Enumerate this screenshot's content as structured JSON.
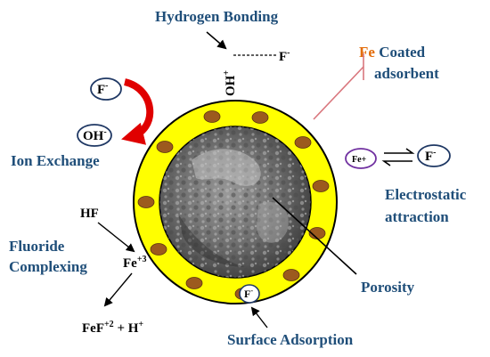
{
  "labels": {
    "hydrogen_bonding": "Hydrogen Bonding",
    "fe_word": "Fe",
    "coated": " Coated",
    "adsorbent": "adsorbent",
    "ion_exchange": "Ion Exchange",
    "electrostatic": "Electrostatic",
    "attraction": "attraction",
    "fluoride": "Fluoride",
    "complexing": "Complexing",
    "porosity": "Porosity",
    "surface_adsorption": "Surface Adsorption"
  },
  "species": {
    "f_base": "F",
    "f_charge": "-",
    "oh_base": "OH",
    "oh_charge": "-",
    "oh_bond": "OH",
    "oh_bond_charge": "+",
    "fe_plus": "Fe+",
    "hf": "HF",
    "fe3_base": "Fe",
    "fe3_charge": "+3",
    "fef_base": "FeF",
    "fef_charge": "+2",
    "plus_h": " + H",
    "h_charge": "+"
  },
  "colors": {
    "label_blue": "#1f4e79",
    "fe_orange": "#e36c09",
    "coating_yellow": "#ffff00",
    "fe_dot": "#9c5a1e",
    "ion_exchange_red": "#e00000",
    "electrostatic_purple": "#7030a0",
    "pointer_pink": "#d9777e",
    "ion_oval_border": "#1f3864"
  }
}
